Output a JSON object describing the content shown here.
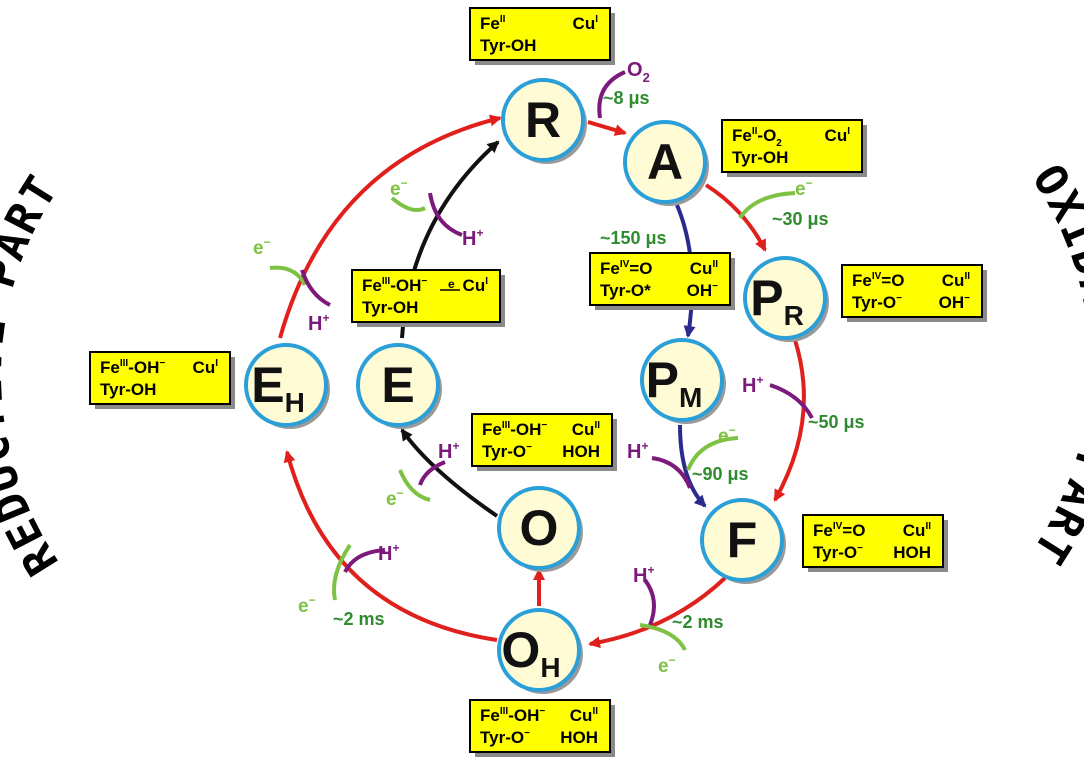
{
  "side_labels": {
    "left": "REDUCTIVE PART",
    "right": "OXIDATIVE PART"
  },
  "nodes": {
    "R": {
      "letter": "R",
      "sub": ""
    },
    "A": {
      "letter": "A",
      "sub": ""
    },
    "PR": {
      "letter": "P",
      "sub": "R"
    },
    "PM": {
      "letter": "P",
      "sub": "M"
    },
    "F": {
      "letter": "F",
      "sub": ""
    },
    "OH": {
      "letter": "O",
      "sub": "H"
    },
    "O": {
      "letter": "O",
      "sub": ""
    },
    "E": {
      "letter": "E",
      "sub": ""
    },
    "EH": {
      "letter": "E",
      "sub": "H"
    }
  },
  "boxes": {
    "R": {
      "line1a": "Fe",
      "line1a_sup": "II",
      "line1b": "Cu",
      "line1b_sup": "I",
      "line2a": "Tyr-OH",
      "line2b": ""
    },
    "A": {
      "line1a": "Fe",
      "line1a_sup": "II",
      "line1a_tail": "-O",
      "line1a_tail_sub": "2",
      "line1b": "Cu",
      "line1b_sup": "I",
      "line2a": "Tyr-OH",
      "line2b": ""
    },
    "PM": {
      "line1a": "Fe",
      "line1a_sup": "IV",
      "line1a_tail": "=O",
      "line1b": "Cu",
      "line1b_sup": "II",
      "line2a": "Tyr-O*",
      "line2b": "OH",
      "line2b_sup": "−"
    },
    "PR": {
      "line1a": "Fe",
      "line1a_sup": "IV",
      "line1a_tail": "=O",
      "line1b": "Cu",
      "line1b_sup": "II",
      "line2a": "Tyr-O",
      "line2a_sup": "−",
      "line2b": "OH",
      "line2b_sup": "−"
    },
    "E": {
      "line1a": "Fe",
      "line1a_sup": "III",
      "line1a_tail": "-OH",
      "line1a_tail_sup": "−",
      "mid": "e",
      "line1b": "Cu",
      "line1b_sup": "I",
      "line2a": "Tyr-OH",
      "line2b": ""
    },
    "EH": {
      "line1a": "Fe",
      "line1a_sup": "III",
      "line1a_tail": "-OH",
      "line1a_tail_sup": "−",
      "line1b": "Cu",
      "line1b_sup": "I",
      "line2a": "Tyr-OH",
      "line2b": ""
    },
    "O": {
      "line1a": "Fe",
      "line1a_sup": "III",
      "line1a_tail": "-OH",
      "line1a_tail_sup": "−",
      "line1b": "Cu",
      "line1b_sup": "II",
      "line2a": "Tyr-O",
      "line2a_sup": "−",
      "line2b": "HOH"
    },
    "F": {
      "line1a": "Fe",
      "line1a_sup": "IV",
      "line1a_tail": "=O",
      "line1b": "Cu",
      "line1b_sup": "II",
      "line2a": "Tyr-O",
      "line2a_sup": "−",
      "line2b": "HOH"
    },
    "OH": {
      "line1a": "Fe",
      "line1a_sup": "III",
      "line1a_tail": "-OH",
      "line1a_tail_sup": "−",
      "line1b": "Cu",
      "line1b_sup": "II",
      "line2a": "Tyr-O",
      "line2a_sup": "−",
      "line2b": "HOH"
    }
  },
  "times": {
    "R_A": "~8 μs",
    "A_PR": "~30 μs",
    "A_PM": "~150 μs",
    "PR_F": "~50 μs",
    "PM_F": "~90 μs",
    "F_OH": "~2 ms",
    "OH_EH": "~2 ms"
  },
  "labels": {
    "oxygen": "O",
    "oxygen_sub": "2",
    "proton": "H",
    "proton_sup": "+",
    "electron": "e",
    "electron_sup": "−"
  },
  "colors": {
    "box_fill": "#ffff00",
    "node_fill": "#fffbd4",
    "node_ring": "#2a9fd8",
    "red_arrow": "#e0201c",
    "blue_arrow": "#2b2a8f",
    "black_arrow": "#111111",
    "proton": "#7b1a7b",
    "electron": "#7dc242",
    "time": "#2e8b2e"
  }
}
